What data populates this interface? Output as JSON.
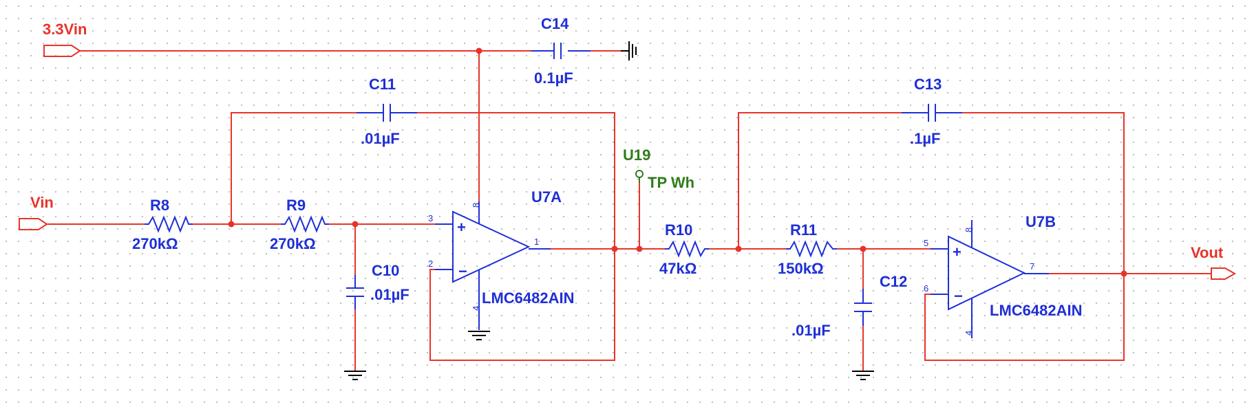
{
  "nets": {
    "supply": "3.3Vin",
    "input": "Vin",
    "output": "Vout"
  },
  "components": {
    "C14": {
      "ref": "C14",
      "value": "0.1µF"
    },
    "C11": {
      "ref": "C11",
      "value": ".01µF"
    },
    "C13": {
      "ref": "C13",
      "value": ".1µF"
    },
    "R8": {
      "ref": "R8",
      "value": "270kΩ"
    },
    "R9": {
      "ref": "R9",
      "value": "270kΩ"
    },
    "C10": {
      "ref": "C10",
      "value": ".01µF"
    },
    "U7A": {
      "ref": "U7A",
      "part": "LMC6482AIN",
      "pins": {
        "vplus": "8",
        "in_plus": "3",
        "in_minus": "2",
        "out": "1",
        "vminus": "4"
      }
    },
    "U19": {
      "ref": "U19",
      "value": "TP Wh"
    },
    "R10": {
      "ref": "R10",
      "value": "47kΩ"
    },
    "R11": {
      "ref": "R11",
      "value": "150kΩ"
    },
    "C12": {
      "ref": "C12",
      "value": ".01µF"
    },
    "U7B": {
      "ref": "U7B",
      "part": "LMC6482AIN",
      "pins": {
        "vplus": "8",
        "in_plus": "5",
        "in_minus": "6",
        "out": "7",
        "vminus": "4"
      }
    }
  },
  "colors": {
    "wire": "#e8332a",
    "component": "#1f2fd6",
    "testpoint": "#2e7d1a",
    "ground": "#000000",
    "grid_dot": "#b5b5b5"
  }
}
